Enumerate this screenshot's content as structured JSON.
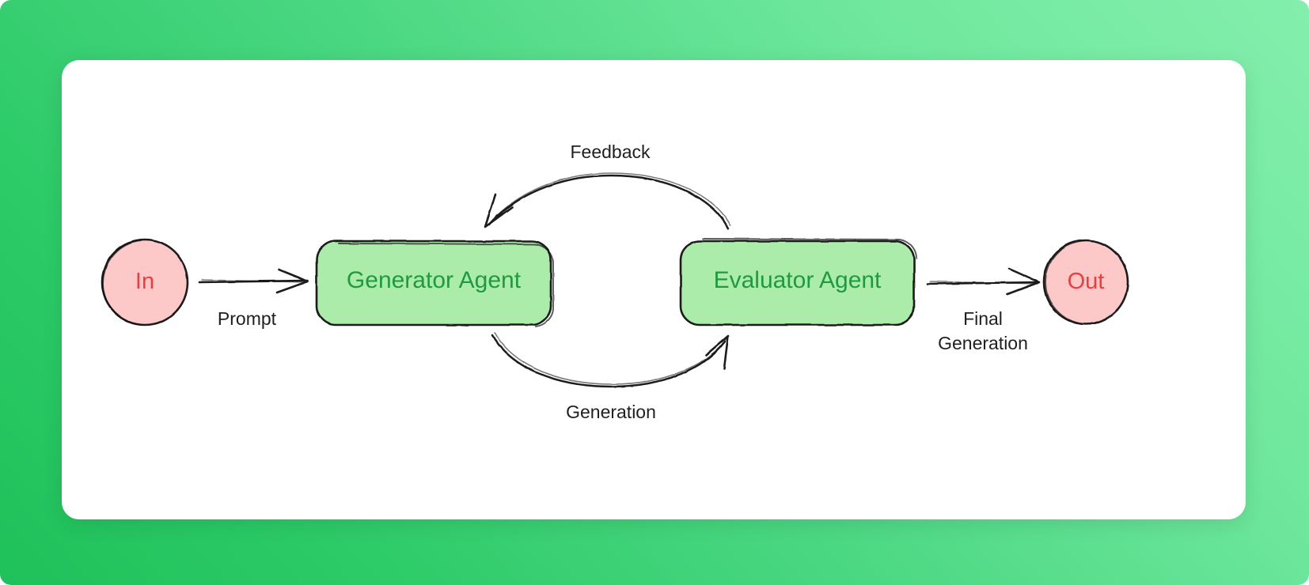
{
  "diagram": {
    "type": "flowchart",
    "title_visible": false,
    "style": "hand-drawn-sketch",
    "background": {
      "gradient_from": "#1fc15b",
      "gradient_to": "#84efad",
      "card_color": "#ffffff"
    },
    "palette": {
      "terminal_fill": "#fcc8c8",
      "terminal_text": "#ef3d3d",
      "agent_fill": "#abecab",
      "agent_text": "#1f9b3f",
      "stroke": "#1a1a1a",
      "edge_label_text": "#1f1f1f"
    },
    "nodes": [
      {
        "id": "in",
        "label": "In",
        "shape": "circle",
        "kind": "terminal"
      },
      {
        "id": "generator",
        "label": "Generator Agent",
        "shape": "rounded-rect",
        "kind": "agent"
      },
      {
        "id": "evaluator",
        "label": "Evaluator Agent",
        "shape": "rounded-rect",
        "kind": "agent"
      },
      {
        "id": "out",
        "label": "Out",
        "shape": "circle",
        "kind": "terminal"
      }
    ],
    "edges": [
      {
        "id": "in-to-generator",
        "from": "in",
        "to": "generator",
        "label": "Prompt",
        "style": "straight"
      },
      {
        "id": "generator-to-evaluator",
        "from": "generator",
        "to": "evaluator",
        "label": "Generation",
        "style": "curved-below"
      },
      {
        "id": "evaluator-to-generator",
        "from": "evaluator",
        "to": "generator",
        "label": "Feedback",
        "style": "curved-above"
      },
      {
        "id": "evaluator-to-out",
        "from": "evaluator",
        "to": "out",
        "label_line1": "Final",
        "label_line2": "Generation",
        "style": "straight"
      }
    ]
  }
}
